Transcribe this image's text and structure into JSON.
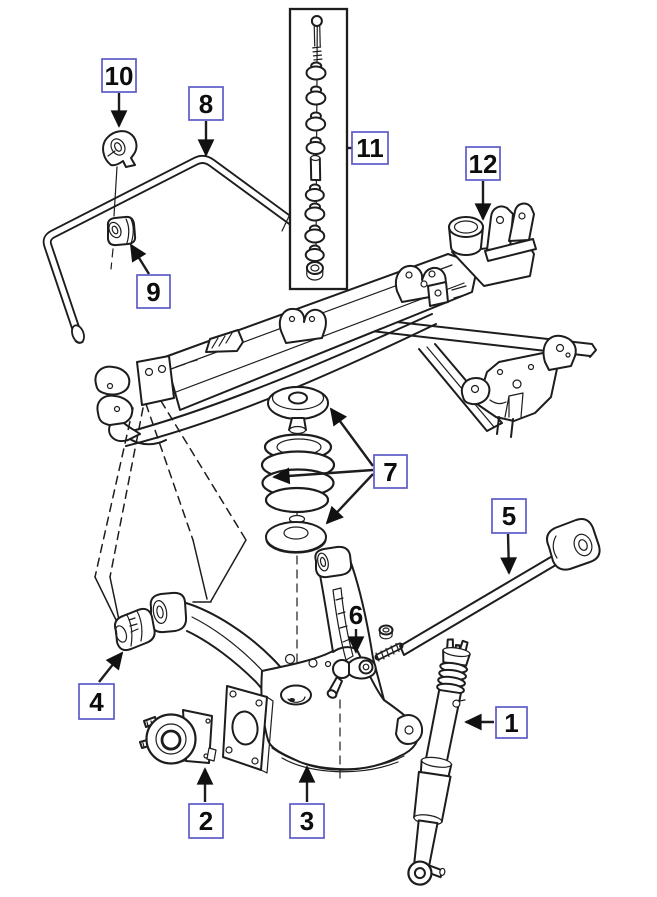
{
  "colors": {
    "background": "#ffffff",
    "line": "#1d1d1d",
    "callout_box_border": "#5c5cc8",
    "callout_text": "#0d0d0d"
  },
  "callouts": [
    {
      "label": "1",
      "boxed": true
    },
    {
      "label": "2",
      "boxed": true
    },
    {
      "label": "3",
      "boxed": true
    },
    {
      "label": "4",
      "boxed": true
    },
    {
      "label": "5",
      "boxed": true
    },
    {
      "label": "6",
      "boxed": false
    },
    {
      "label": "7",
      "boxed": true
    },
    {
      "label": "8",
      "boxed": true
    },
    {
      "label": "9",
      "boxed": true
    },
    {
      "label": "10",
      "boxed": true
    },
    {
      "label": "11",
      "boxed": true
    },
    {
      "label": "12",
      "boxed": true
    }
  ]
}
